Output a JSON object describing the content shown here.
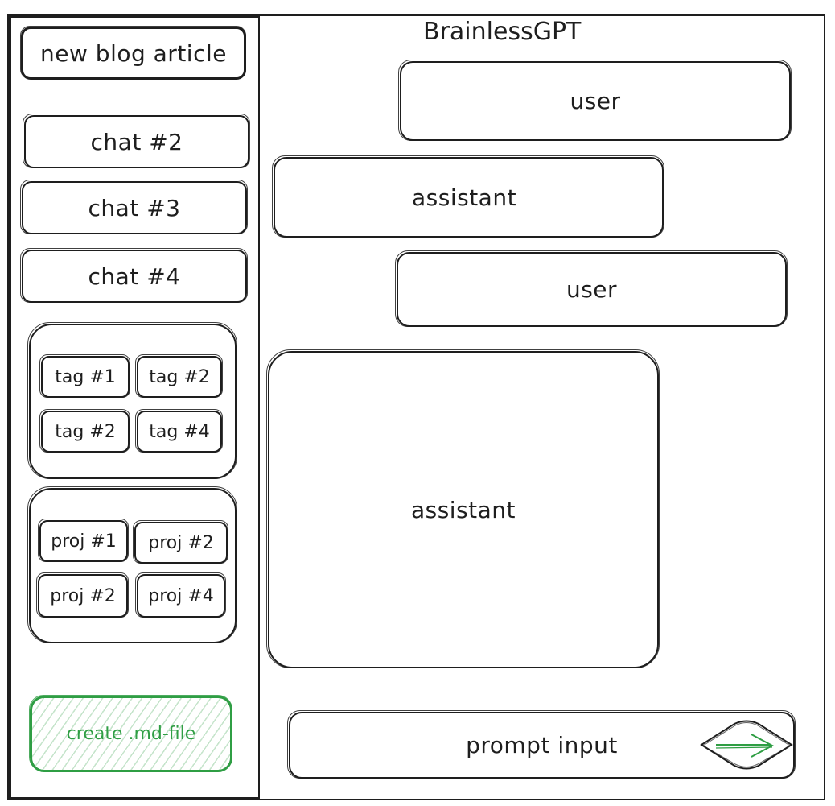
{
  "app": {
    "title": "BrainlessGPT"
  },
  "sidebar": {
    "new_article_label": "new blog article",
    "chats": [
      "chat #2",
      "chat #3",
      "chat #4"
    ],
    "tags": [
      "tag #1",
      "tag #2",
      "tag #2",
      "tag #4"
    ],
    "projects": [
      "proj #1",
      "proj #2",
      "proj #2",
      "proj #4"
    ],
    "create_md_label": "create .md-file"
  },
  "messages": [
    {
      "role": "user"
    },
    {
      "role": "assistant"
    },
    {
      "role": "user"
    },
    {
      "role": "assistant"
    }
  ],
  "prompt": {
    "placeholder": "prompt input",
    "send_icon": "arrow-right-icon"
  },
  "colors": {
    "stroke": "#1e1e1e",
    "accent": "#2f9e44"
  }
}
